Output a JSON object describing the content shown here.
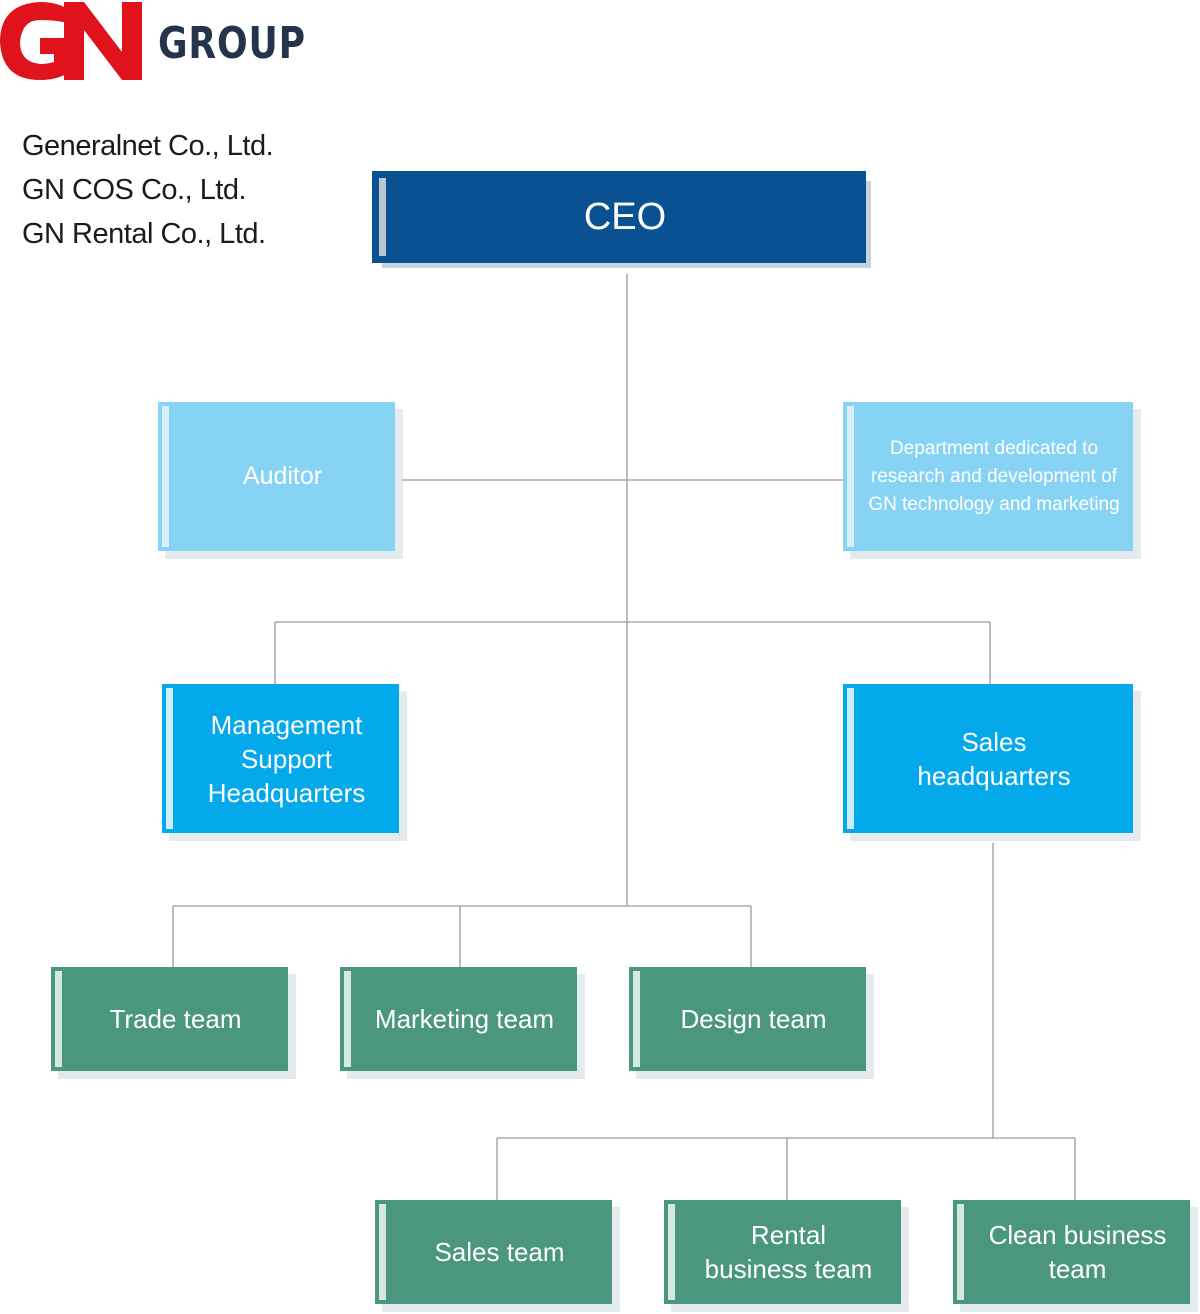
{
  "logo": {
    "brand": "GN",
    "group": "GROUP",
    "red": "#e0121b",
    "navy": "#24344a"
  },
  "companies": [
    "Generalnet Co., Ltd.",
    "GN COS Co., Ltd.",
    "GN Rental Co., Ltd."
  ],
  "nodes": {
    "ceo": "CEO",
    "auditor": "Auditor",
    "rnd": "Department dedicated to research and development of GN technology and marketing",
    "management": "Management Support Headquarters",
    "sales_hq": "Sales headquarters",
    "trade": "Trade team",
    "marketing": "Marketing team",
    "design": "Design team",
    "sales_team": "Sales team",
    "rental": "Rental business team",
    "clean": "Clean business team"
  },
  "colors": {
    "ceo": "#0a5192",
    "staff": "#86d3f3",
    "headquarters": "#04a9ec",
    "team": "#4b977d",
    "connector": "#999999"
  }
}
